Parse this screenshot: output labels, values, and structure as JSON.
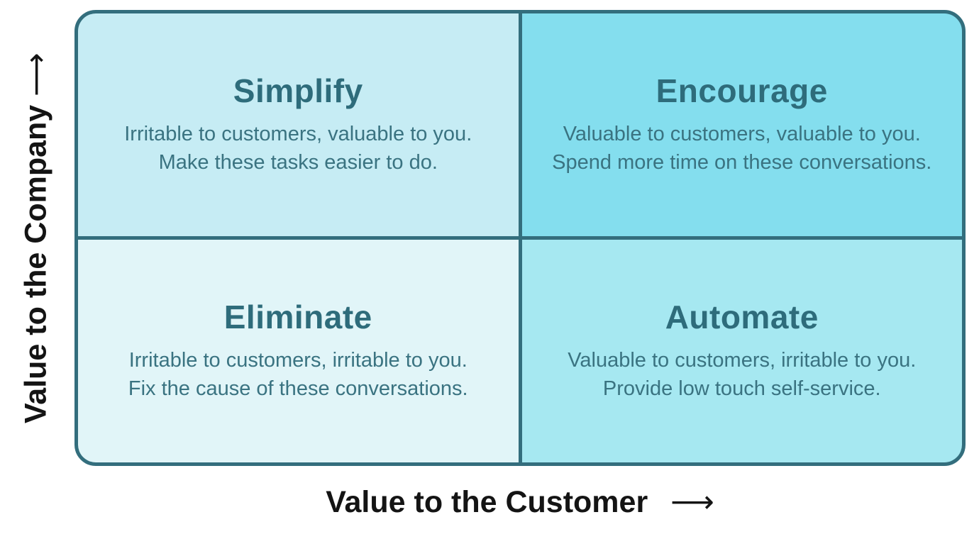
{
  "axes": {
    "y_label": "Value to the Company",
    "x_label": "Value to the Customer",
    "arrow_glyph": "⟶",
    "label_color": "#141414"
  },
  "matrix": {
    "border_color": "#336e7d",
    "title_color": "#2e6c7b",
    "body_color": "#3a7381",
    "quadrants": [
      {
        "key": "simplify",
        "title": "Simplify",
        "description_line1": "Irritable to customers, valuable to you.",
        "description_line2": "Make these tasks easier to do.",
        "background": "#c6ecf4"
      },
      {
        "key": "encourage",
        "title": "Encourage",
        "description_line1": "Valuable to customers, valuable to you.",
        "description_line2": "Spend more time on these conversations.",
        "background": "#84deee"
      },
      {
        "key": "eliminate",
        "title": "Eliminate",
        "description_line1": "Irritable to customers, irritable to you.",
        "description_line2": "Fix the cause of these conversations.",
        "background": "#e1f5f8"
      },
      {
        "key": "automate",
        "title": "Automate",
        "description_line1": "Valuable to customers, irritable to you.",
        "description_line2": "Provide low touch self-service.",
        "background": "#a6e8f1"
      }
    ]
  }
}
